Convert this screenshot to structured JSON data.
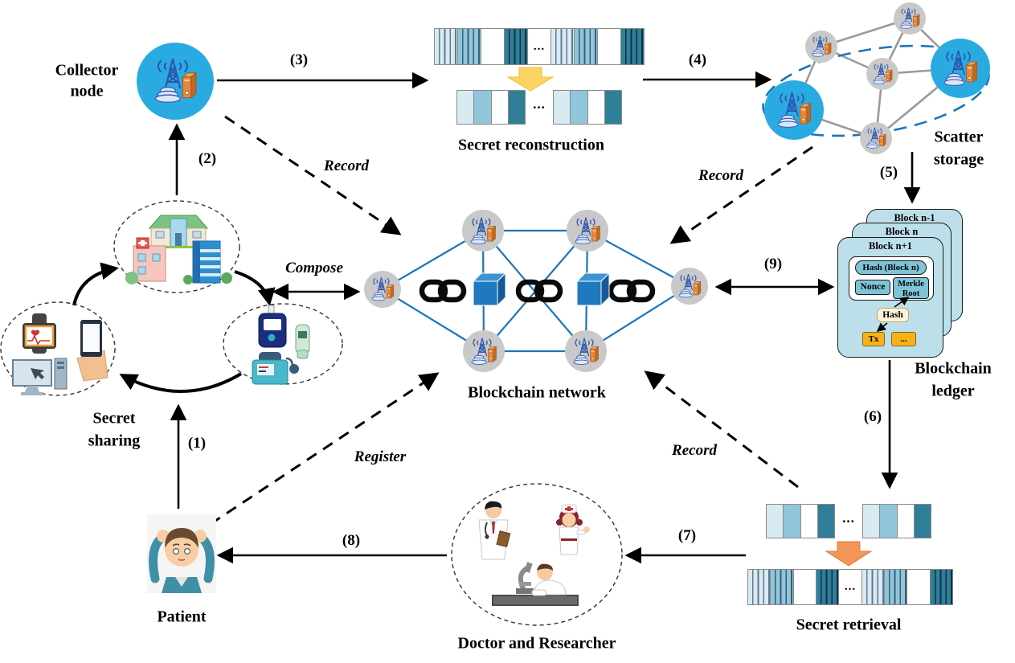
{
  "diagram": {
    "collector": {
      "line1": "Collector",
      "line2": "node"
    },
    "steps": {
      "s1": "(1)",
      "s2": "(2)",
      "s3": "(3)",
      "s4": "(4)",
      "s5": "(5)",
      "s6": "(6)",
      "s7": "(7)",
      "s8": "(8)",
      "s9": "(9)"
    },
    "actions": {
      "record": "Record",
      "compose": "Compose",
      "register": "Register"
    },
    "secret_reconstruction": {
      "title": "Secret reconstruction"
    },
    "scatter_storage": {
      "line1": "Scatter",
      "line2": "storage"
    },
    "ledger": {
      "line1": "Blockchain",
      "line2": "ledger",
      "block_back": "Block n-1",
      "block_mid": "Block n",
      "block_front": "Block n+1",
      "hash_block": "Hash (Block n)",
      "nonce": "Nonce",
      "merkle1": "Merkle",
      "merkle2": "Root",
      "hash": "Hash",
      "tx": "Tx",
      "dots": "..."
    },
    "network": {
      "title": "Blockchain network"
    },
    "secret_sharing": {
      "line1": "Secret",
      "line2": "sharing"
    },
    "patient": {
      "title": "Patient"
    },
    "doctor": {
      "title": "Doctor and Researcher"
    },
    "secret_retrieval": {
      "title": "Secret retrieval"
    },
    "ellipsis": "..."
  },
  "shares": {
    "hatched_pattern": [
      "light",
      "medium",
      "white",
      "dark",
      "ellipsis",
      "light",
      "medium",
      "white",
      "dark"
    ],
    "solid_pattern": [
      "light",
      "medium",
      "white",
      "dark"
    ],
    "ellipsis_char": "..."
  },
  "colors": {
    "node_blue": "#29abe2",
    "node_gray": "#c9c9c9",
    "network_line": "#1b75bc",
    "scatter_line": "#9a9a9a",
    "cell_light": "#d8eaf2",
    "cell_medium": "#90c6da",
    "cell_dark": "#2f7f99",
    "ledger_bg": "#bcdfea",
    "ledger_inner": "#7fc3d8",
    "hash_bg": "#fdf3d8",
    "tx_bg": "#f7b219",
    "recon_arrow": "#fcd462",
    "retrieval_arrow": "#f29556"
  }
}
